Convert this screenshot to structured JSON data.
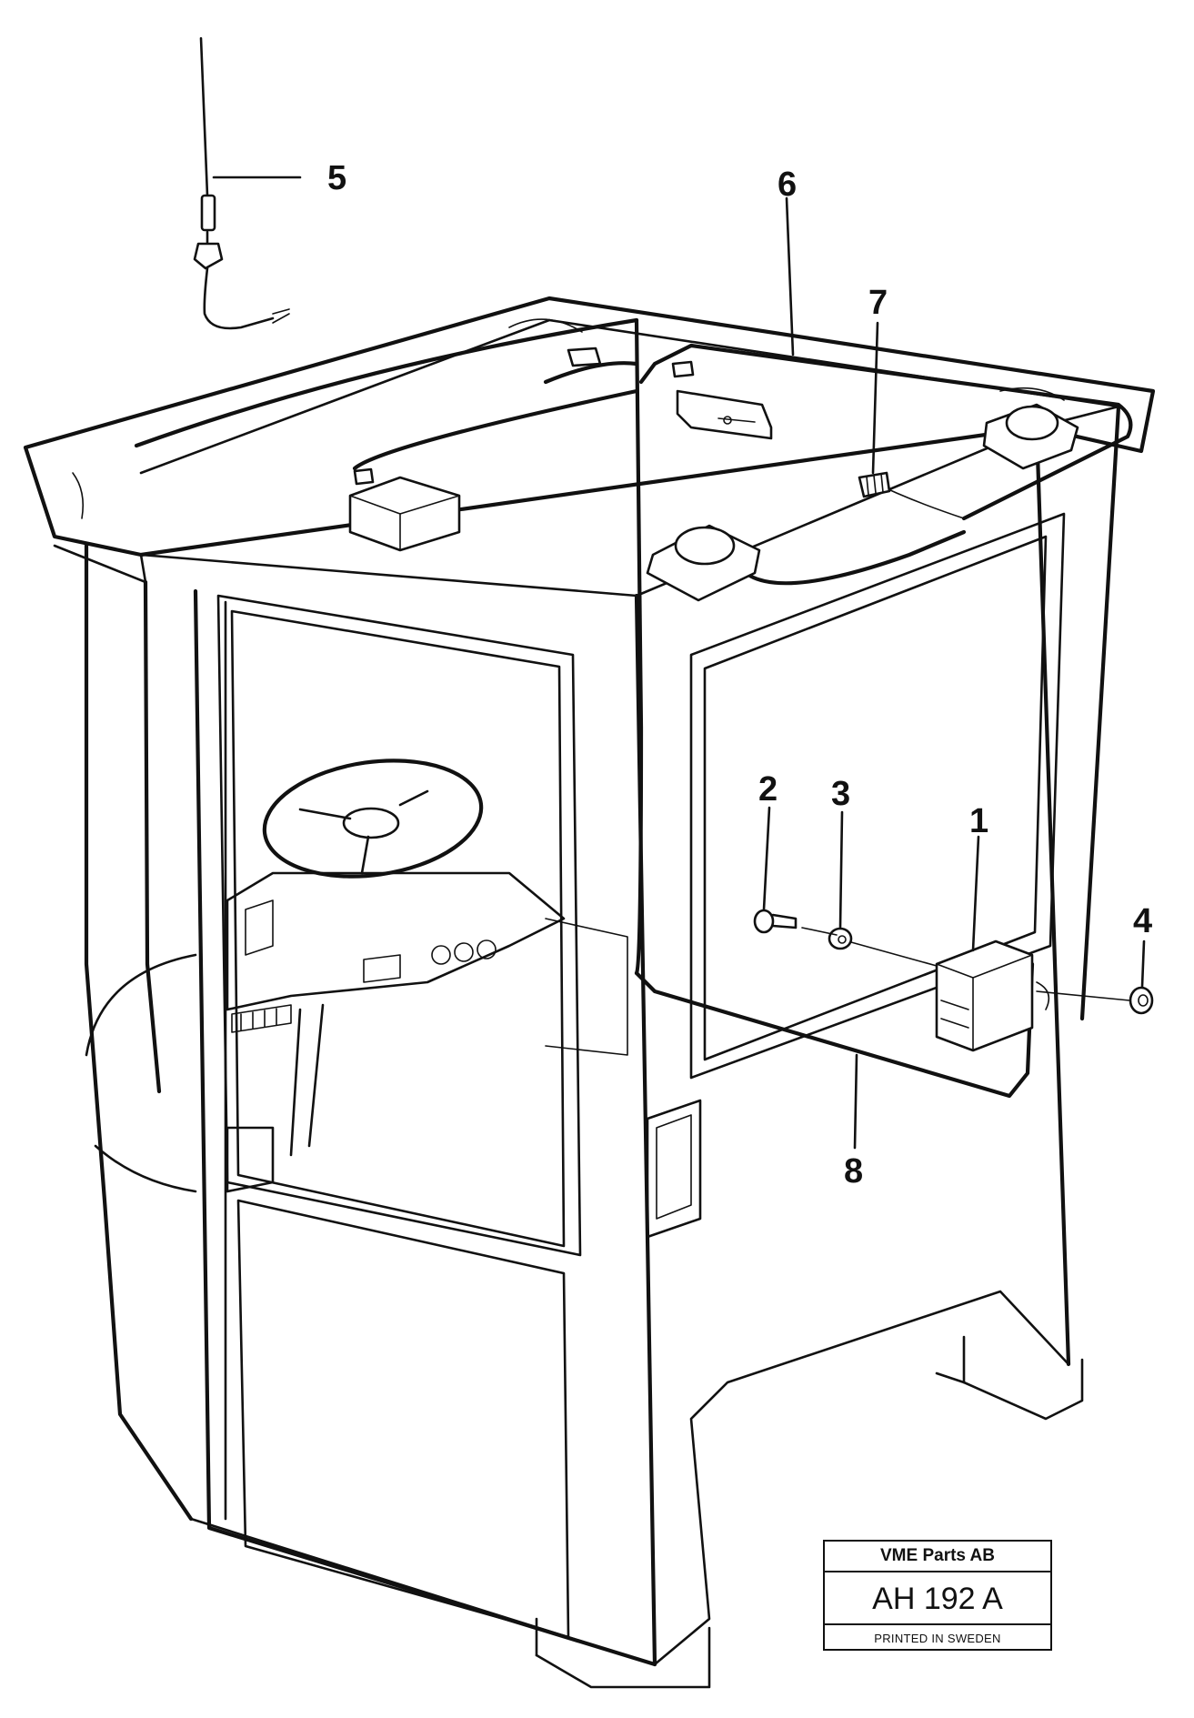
{
  "callouts": {
    "c1": "1",
    "c2": "2",
    "c3": "3",
    "c4": "4",
    "c5": "5",
    "c6": "6",
    "c7": "7",
    "c8": "8"
  },
  "stamp": {
    "company": "VME Parts AB",
    "code": "AH 192 A",
    "printed": "PRINTED IN SWEDEN"
  },
  "colors": {
    "ink": "#111111",
    "paper": "#ffffff"
  }
}
